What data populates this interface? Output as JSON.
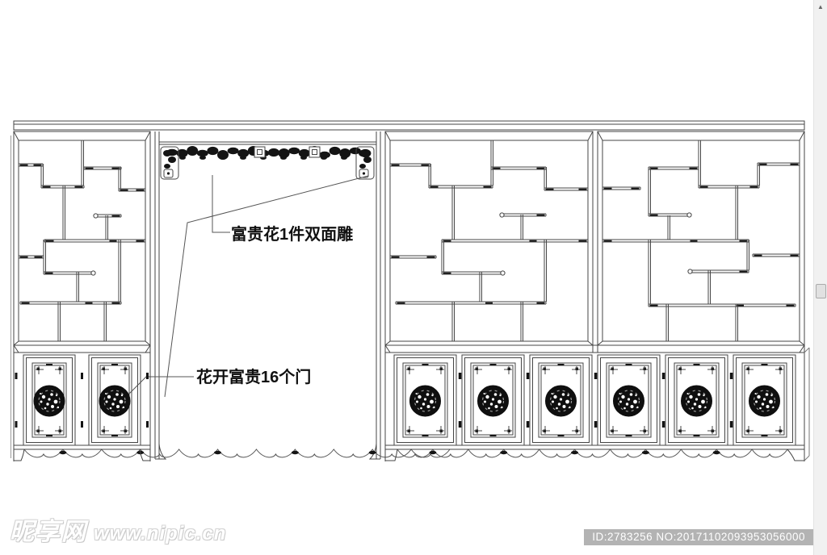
{
  "annotations": {
    "carving": "富贵花1件双面雕",
    "doors": "花开富贵16个门"
  },
  "watermark": {
    "site_name": "昵享网",
    "site_url": "www.nipic.cn"
  },
  "badge": {
    "text": "ID:2783256 NO:20171102093953056000"
  },
  "scrollbar": {
    "up_arrow_icon": "▲"
  },
  "colors": {
    "line": "#454545",
    "carving_fill": "#141414",
    "badge_bg": "#b3b3b3",
    "scrollbar_track": "#f1f1f1"
  }
}
